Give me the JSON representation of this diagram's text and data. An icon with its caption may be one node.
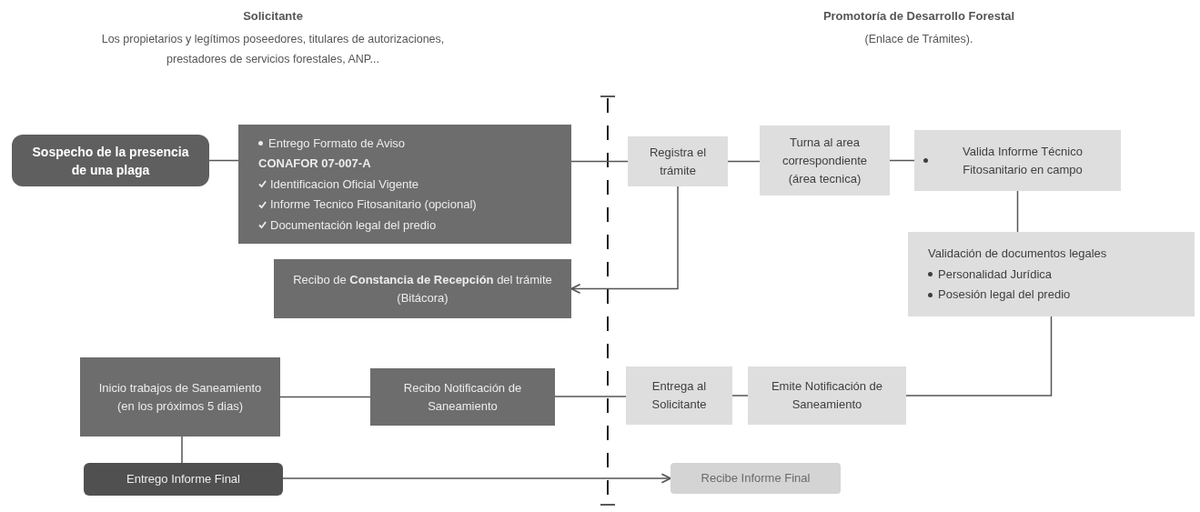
{
  "diagram": {
    "nodes": [
      {
        "text": [
          "Sospecho de la presencia de una plaga"
        ]
      },
      {
        "text": [
          "Entrego Formato de Aviso",
          "CONAFOR 07-007-A",
          "Identificacion Oficial Vigente",
          "Informe Tecnico Fitosanitario (opcional)",
          "Documentación legal del predio"
        ]
      },
      {
        "text": [
          "Registra el trámite"
        ]
      },
      {
        "text": [
          "Turna al area correspondiente (área tecnica)"
        ]
      },
      {
        "text": [
          "Valida Informe Técnico Fitosanitario en campo"
        ]
      },
      {
        "text": [
          "Recibo de **Constancia de Recepción** del trámite (Bitácora)"
        ]
      },
      {
        "text": [
          "Validación de documentos legales",
          "Personalidad Jurídica",
          "Posesión legal del predio"
        ]
      },
      {
        "text": [
          "Inicio trabajos de Saneamiento (en los próximos 5 dias)"
        ]
      },
      {
        "text": [
          "Recibo Notificación de Saneamiento"
        ]
      },
      {
        "text": [
          "Entrega al Solicitante"
        ]
      },
      {
        "text": [
          "Emite Notificación de Saneamiento"
        ]
      },
      {
        "text": [
          "Entrego Informe Final"
        ]
      },
      {
        "text": [
          "Recibe Informe Final"
        ]
      }
    ],
    "edges": [
      {
        "from": 0,
        "to": 1,
        "arrow": "none"
      },
      {
        "from": 1,
        "to": 2,
        "arrow": "none"
      },
      {
        "from": 2,
        "to": 3,
        "arrow": "none"
      },
      {
        "from": 3,
        "to": 4,
        "arrow": "none"
      },
      {
        "from": 2,
        "to": 5,
        "arrow": "to"
      },
      {
        "from": 4,
        "to": 6,
        "arrow": "none"
      },
      {
        "from": 6,
        "to": 10,
        "arrow": "none"
      },
      {
        "from": 10,
        "to": 9,
        "arrow": "none"
      },
      {
        "from": 9,
        "to": 8,
        "arrow": "none"
      },
      {
        "from": 8,
        "to": 7,
        "arrow": "none"
      },
      {
        "from": 7,
        "to": 11,
        "arrow": "none"
      },
      {
        "from": 11,
        "to": 12,
        "arrow": "to"
      }
    ],
    "labels": [
      "Solicitante",
      "Los propietarios y legítimos poseedores, titulares de autorizaciones, prestadores de servicios forestales, ANP...",
      "Promotoría de Desarrollo Forestal",
      "(Enlace de Trámites)."
    ]
  }
}
